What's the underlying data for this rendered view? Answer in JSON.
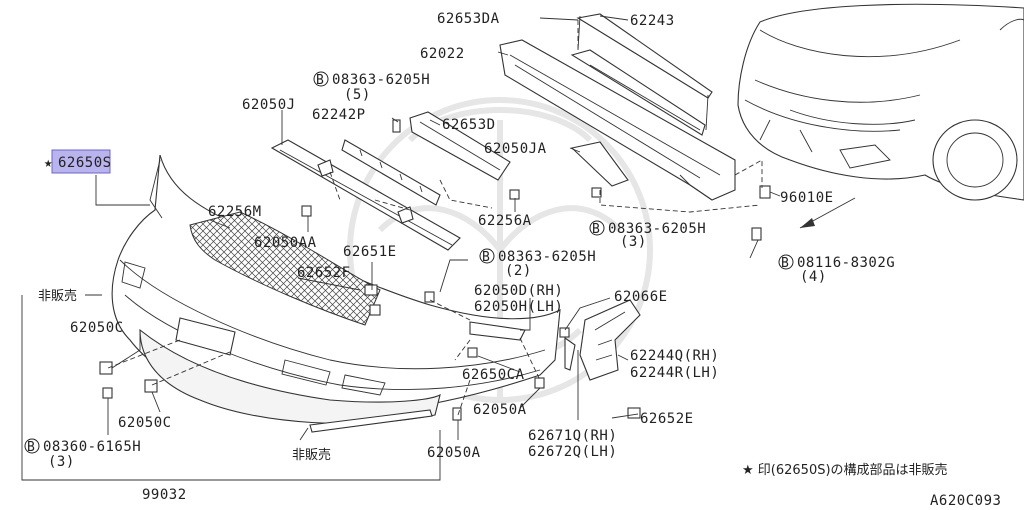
{
  "diagram": {
    "highlight_part": "62650S",
    "star_mark": "★",
    "bolt_marker": "B",
    "legend_note": "★ 印(62650S)の構成部品は非販売",
    "figure_code": "A620C093",
    "labels": {
      "p62653DA": "62653DA",
      "p62243": "62243",
      "p62022": "62022",
      "b08363_top": "08363-6205H",
      "b08363_top_qty": "(5)",
      "p62050J": "62050J",
      "p62242P": "62242P",
      "p62653D": "62653D",
      "p62050JA": "62050JA",
      "p62650S": "62650S",
      "p96010E": "96010E",
      "b08363_right": "08363-6205H",
      "b08363_right_qty": "(3)",
      "p62256A": "62256A",
      "p62256M": "62256M",
      "p62050AA": "62050AA",
      "p62651E": "62651E",
      "b08363_mid": "08363-6205H",
      "b08363_mid_qty": "(2)",
      "b08116": "08116-8302G",
      "b08116_qty": "(4)",
      "p62652F": "62652F",
      "not_sold_1": "非販売",
      "p62050D": "62050D(RH)",
      "p62050H": "62050H(LH)",
      "p62066E": "62066E",
      "p62050C_top": "62050C",
      "p62244Q": "62244Q(RH)",
      "p62244R": "62244R(LH)",
      "p62650CA": "62650CA",
      "p62050A_1": "62050A",
      "p62050C_bot": "62050C",
      "p62652E": "62652E",
      "p62671Q": "62671Q(RH)",
      "p62672Q": "62672Q(LH)",
      "b08360": "08360-6165H",
      "b08360_qty": "(3)",
      "not_sold_2": "非販売",
      "p62050A_2": "62050A",
      "p99032": "99032"
    }
  }
}
